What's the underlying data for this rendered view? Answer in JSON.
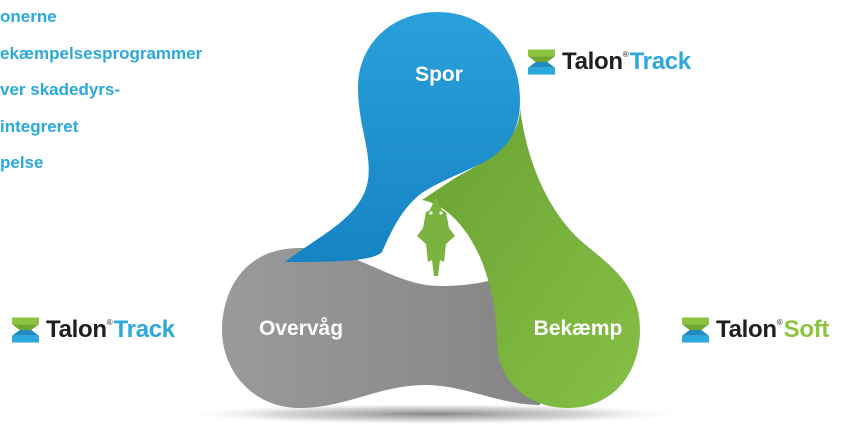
{
  "intro_lines": [
    "onerne",
    "ekæmpelsesprogrammer",
    "ver skadedyrs-",
    "integreret",
    "pelse"
  ],
  "cycle": {
    "top_label": "Spor",
    "left_label": "Overvåg",
    "right_label": "Bekæmp"
  },
  "brands": {
    "top_right": {
      "name": "Talon",
      "reg": "®",
      "product": "Track"
    },
    "left": {
      "name": "Talon",
      "reg": "®",
      "product": "Track"
    },
    "right": {
      "name": "Talon",
      "reg": "®",
      "product": "Soft"
    }
  },
  "colors": {
    "blue": "#1f92cf",
    "green": "#7ab340",
    "gray": "#8f8f8f",
    "text_blue": "#2ba8dc",
    "logo_green": "#8cc43f",
    "logo_blue": "#2ba8dc"
  },
  "icons": {
    "center": "rodent-icon",
    "brand_logo": "talon-logo-icon"
  }
}
